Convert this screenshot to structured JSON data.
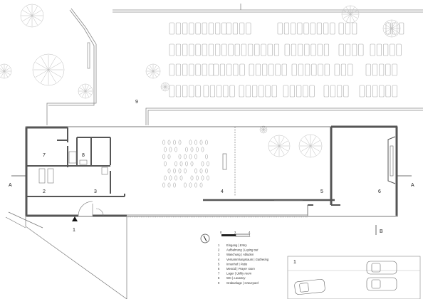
{
  "section_markers": {
    "a_left": "A",
    "a_right": "A",
    "b_bottom": "B"
  },
  "room_numbers": {
    "r1": "1",
    "r2": "2",
    "r3": "3",
    "r4": "4",
    "r5": "5",
    "r6": "6",
    "r7": "7",
    "r8": "8",
    "r9": "9"
  },
  "scale_bar": {
    "labels": [
      "0",
      "2",
      "4"
    ]
  },
  "legend": [
    {
      "num": "1",
      "de": "Eingang",
      "en": "Entry"
    },
    {
      "num": "2",
      "de": "Aufbahrung",
      "en": "Laying out"
    },
    {
      "num": "3",
      "de": "Waschung",
      "en": "Ablution"
    },
    {
      "num": "4",
      "de": "Versammlungsraum",
      "en": "Gathering"
    },
    {
      "num": "5",
      "de": "Innenhof",
      "en": "Patio"
    },
    {
      "num": "6",
      "de": "Mescid",
      "en": "Prayer room"
    },
    {
      "num": "7",
      "de": "Lager",
      "en": "Utility room"
    },
    {
      "num": "8",
      "de": "WC",
      "en": "Lavatory"
    },
    {
      "num": "9",
      "de": "Grabanlage",
      "en": "Graveyard"
    }
  ],
  "inset": {
    "label": "1"
  }
}
